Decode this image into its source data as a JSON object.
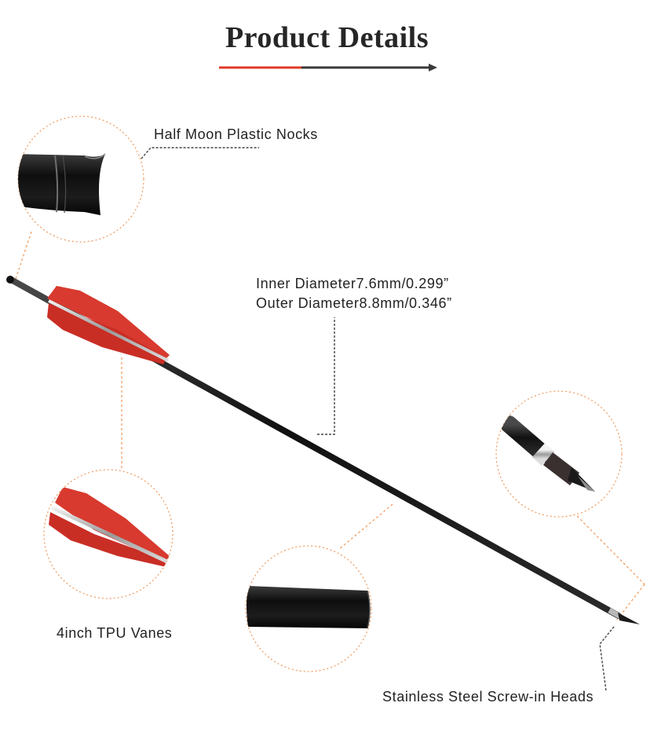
{
  "title": "Product Details",
  "colors": {
    "accent_red": "#e13a27",
    "underline_dark": "#3a3a3a",
    "callout_orange": "#f0a066",
    "leader_dark": "#444444",
    "vane_red": "#d83a2f",
    "shaft_black": "#1a1a1a"
  },
  "callouts": {
    "nocks": {
      "label": "Half Moon Plastic Nocks"
    },
    "diameter": {
      "inner": "Inner Diameter7.6mm/0.299”",
      "outer": "Outer Diameter8.8mm/0.346”"
    },
    "vanes": {
      "label": "4inch TPU Vanes"
    },
    "heads": {
      "label": "Stainless Steel Screw-in Heads"
    }
  }
}
